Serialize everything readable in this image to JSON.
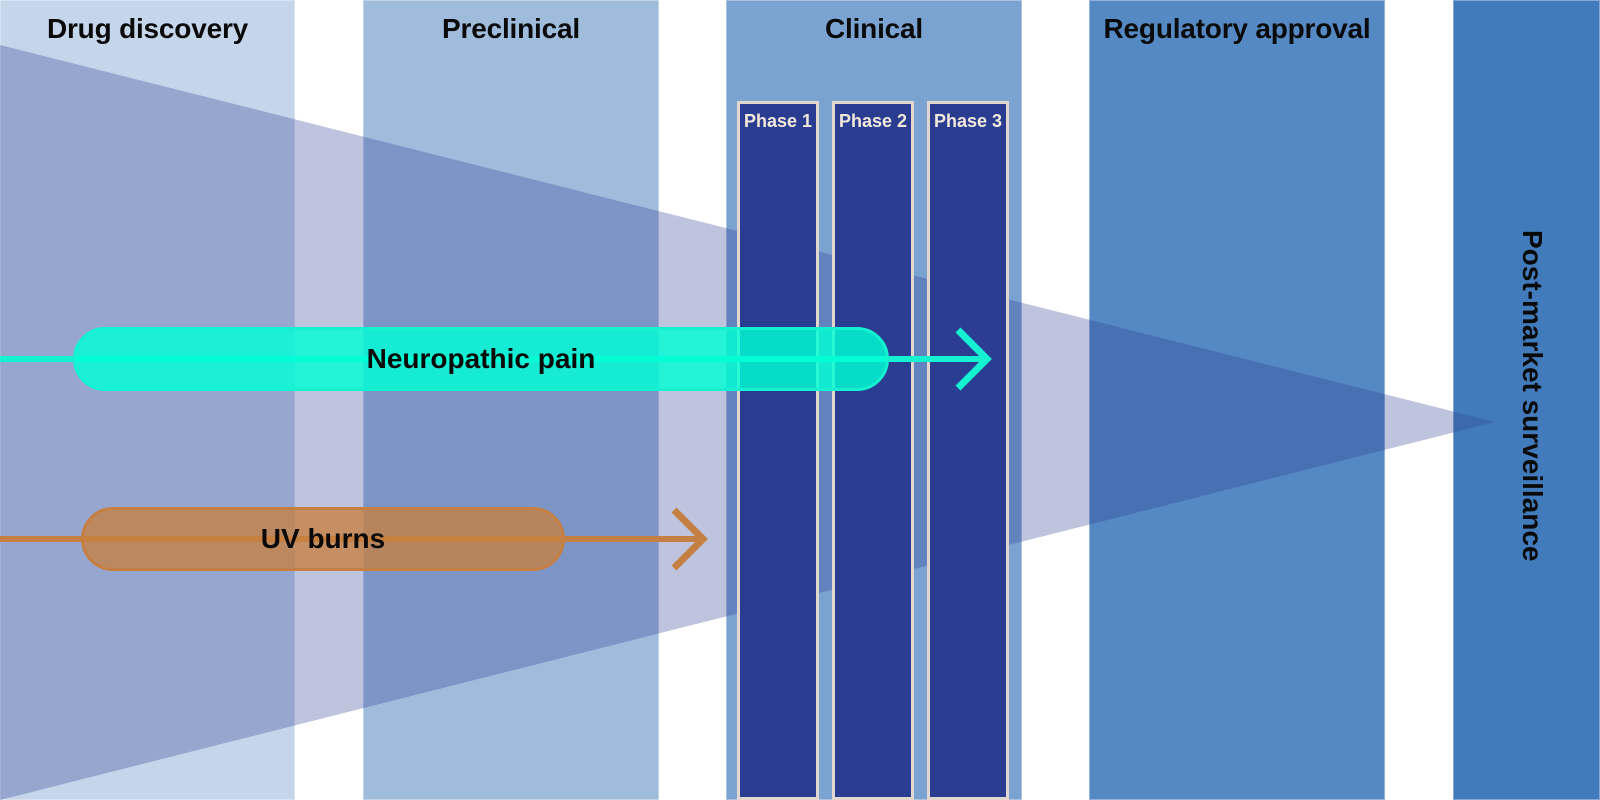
{
  "stages": [
    {
      "id": "discovery",
      "label": "Drug discovery",
      "color": "#c5d5ea"
    },
    {
      "id": "preclinical",
      "label": "Preclinical",
      "color": "#a0bcdd"
    },
    {
      "id": "clinical",
      "label": "Clinical",
      "color": "#7ba3d1"
    },
    {
      "id": "regulatory",
      "label": "Regulatory approval",
      "color": "#5589c3"
    },
    {
      "id": "postmarket",
      "label": "Post-market surveillance",
      "color": "#427bbb"
    }
  ],
  "phases": [
    {
      "label": "Phase 1"
    },
    {
      "label": "Phase 2"
    },
    {
      "label": "Phase 3"
    }
  ],
  "programs": [
    {
      "label": "Neuropathic pain",
      "color": "#15f2d2",
      "reached_stage": "Clinical - Phase 3"
    },
    {
      "label": "UV burns",
      "color": "#c67f43",
      "reached_stage": "Preclinical"
    }
  ],
  "funnel": {
    "color": "#2b3d91",
    "description": "Narrowing attrition funnel from drug discovery to post-market surveillance"
  }
}
